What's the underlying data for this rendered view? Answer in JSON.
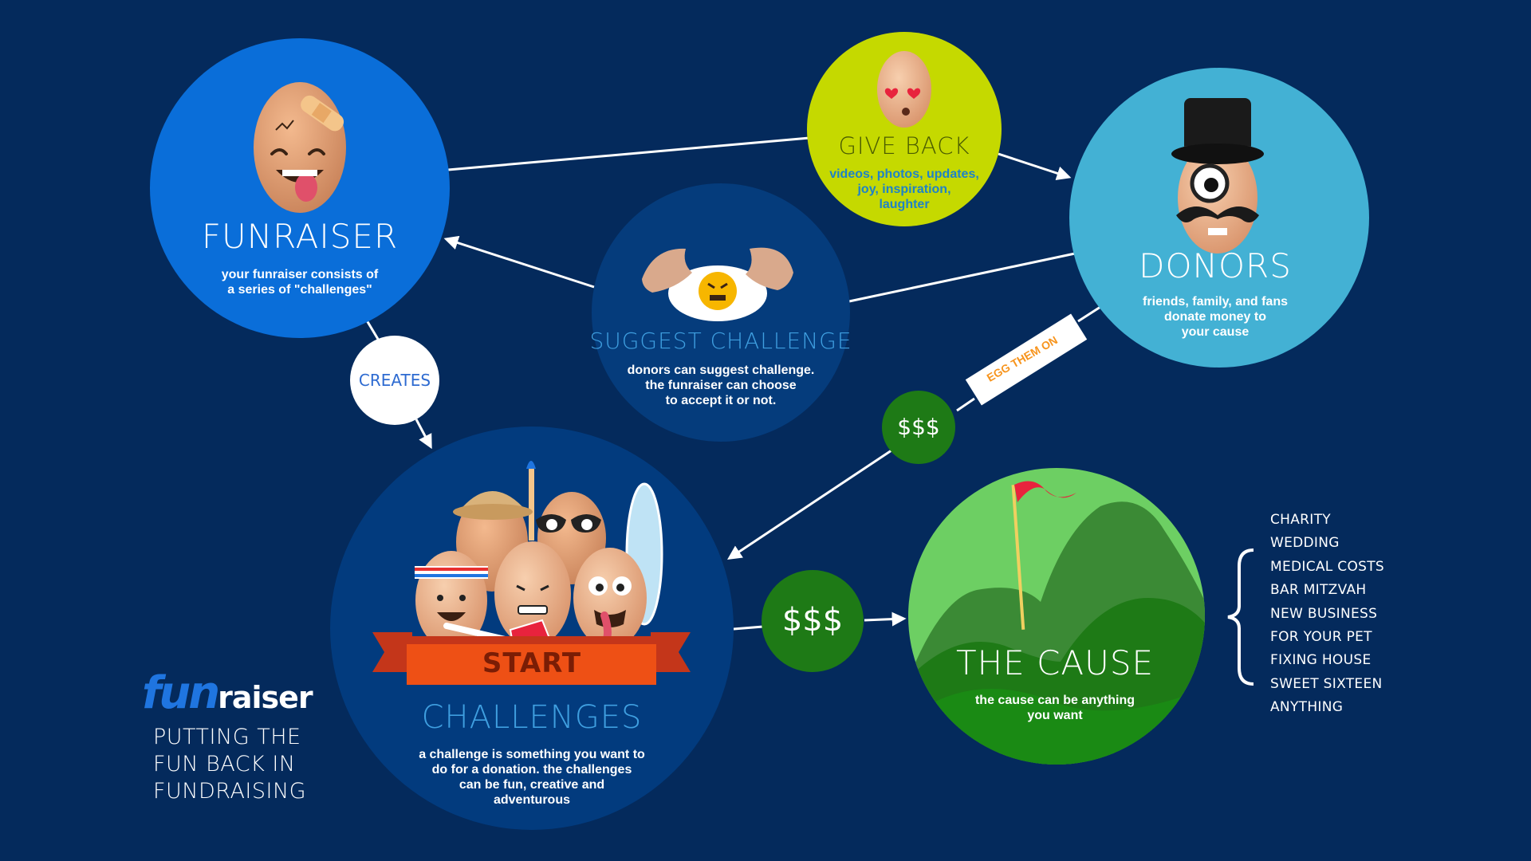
{
  "colors": {
    "background": "#042a5c",
    "funraiser": "#0a6ed9",
    "challenges": "#023b7e",
    "suggest": "#053c7c",
    "give_back": "#c5d900",
    "donors": "#43b1d4",
    "cause": "#6dcf63",
    "money": "#1e7a16"
  },
  "nodes": {
    "funraiser": {
      "title": "FUNRAISER",
      "description": [
        "your funraiser consists of",
        "a series of \"challenges\""
      ],
      "icon": "bandaged-egg-icon"
    },
    "give_back": {
      "title": "GIVE BACK",
      "description": [
        "videos, photos, updates,",
        "joy, inspiration,",
        "laughter"
      ],
      "icon": "heart-eyes-egg-icon"
    },
    "donors": {
      "title": "DONORS",
      "description": [
        "friends, family, and fans",
        "donate money to",
        "your cause"
      ],
      "icon": "top-hat-monocle-egg-icon"
    },
    "suggest": {
      "title": "SUGGEST CHALLENGE",
      "description": [
        "donors can suggest challenge.",
        "the funraiser can choose",
        "to accept it or not."
      ],
      "icon": "cracked-egg-icon"
    },
    "challenges": {
      "title": "CHALLENGES",
      "description": [
        "a challenge is something you want to",
        "do for a donation. the challenges",
        "can be fun, creative and",
        "adventurous"
      ],
      "icon": "eggs-group-icon",
      "banner": "START"
    },
    "cause": {
      "title": "THE CAUSE",
      "description": [
        "the cause can be anything",
        "you want"
      ],
      "icon": "flag-hill-icon"
    }
  },
  "connectors": {
    "creates": "CREATES",
    "egg_them_on": "EGG THEM ON",
    "money_small": "$$$",
    "money_large": "$$$"
  },
  "causes": [
    "CHARITY",
    "WEDDING",
    "MEDICAL COSTS",
    "BAR MITZVAH",
    "NEW BUSINESS",
    "FOR YOUR PET",
    "FIXING HOUSE",
    "SWEET SIXTEEN",
    "ANYTHING"
  ],
  "brand": {
    "logo_fun": "fun",
    "logo_raiser": "raiser",
    "tagline": [
      "PUTTING THE",
      "FUN BACK IN",
      "FUNDRAISING"
    ]
  }
}
